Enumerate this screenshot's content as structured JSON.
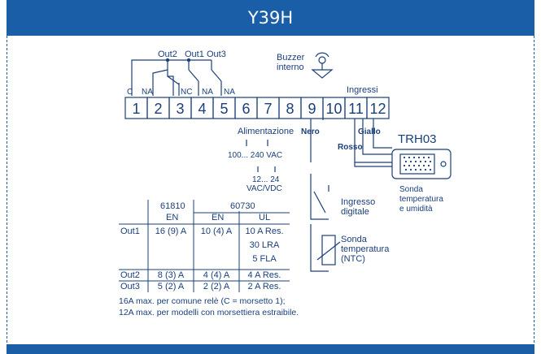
{
  "title": "Y39H",
  "colors": {
    "brand": "#1b5ea8",
    "ink": "#1a3f7a",
    "line": "#1a3f7a"
  },
  "outputs": {
    "out2": "Out2",
    "out1": "Out1",
    "out3": "Out3"
  },
  "contacts": {
    "c": "C",
    "na1": "NA",
    "nc": "NC",
    "na2": "NA",
    "na3": "NA"
  },
  "buzzer": {
    "line1": "Buzzer",
    "line2": "interno",
    "icon": "buzzer-icon"
  },
  "ingressi": "Ingressi",
  "terminals": [
    "1",
    "2",
    "3",
    "4",
    "5",
    "6",
    "7",
    "8",
    "9",
    "10",
    "11",
    "12"
  ],
  "wires": {
    "nero": "Nero",
    "rosso": "Rosso",
    "giallo": "Giallo"
  },
  "probe": {
    "model": "TRH03",
    "desc1": "Sonda",
    "desc2": "temperatura",
    "desc3": "e umidità"
  },
  "alimentazione": {
    "label": "Alimentazione",
    "ac": "100... 240 VAC",
    "dc1": "12... 24",
    "dc2": "VAC/VDC"
  },
  "digital_input": {
    "line1": "Ingresso",
    "line2": "digitale"
  },
  "ntc_probe": {
    "line1": "Sonda",
    "line2": "temperatura",
    "line3": "(NTC)"
  },
  "ratings_table": {
    "col_61810": "61810",
    "col_60730": "60730",
    "sub_en1": "EN",
    "sub_en2": "EN",
    "sub_ul": "UL",
    "rows": [
      {
        "out": "Out1",
        "en61810": "16 (9) A",
        "en60730": "10 (4) A",
        "ul": [
          "10 A Res.",
          "30 LRA",
          "5 FLA"
        ]
      },
      {
        "out": "Out2",
        "en61810": "8 (3) A",
        "en60730": "4 (4) A",
        "ul": [
          "4 A Res."
        ]
      },
      {
        "out": "Out3",
        "en61810": "5 (2) A",
        "en60730": "2 (2) A",
        "ul": [
          "2 A Res."
        ]
      }
    ]
  },
  "notes": {
    "note1": "16A max. per comune relè (C = morsetto 1);",
    "note2": "12A max. per modelli con morsettiera estraibile."
  }
}
